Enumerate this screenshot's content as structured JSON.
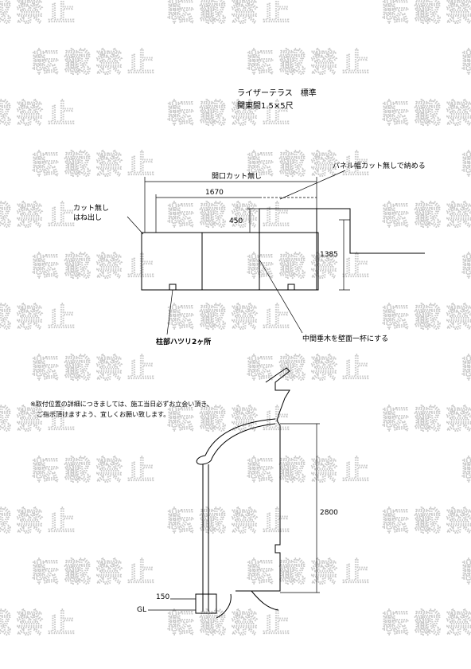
{
  "watermark": {
    "text": "転載禁止"
  },
  "title": {
    "line1": "ライザーテラス　標準",
    "line2": "関東間1.5×5尺"
  },
  "labels": {
    "opening_no_cut": "開口カット無し",
    "panel_width_no_cut": "パネル幅カット無しで納める",
    "dim_1670": "1670",
    "dim_450": "450",
    "dim_1385": "1385",
    "no_cut_line1": "カット無し",
    "no_cut_line2": "はね出し",
    "column_notch": "柱部ハツリ2ヶ所",
    "mid_mullion": "中間垂木を壁面一杯にする",
    "dim_2800": "2800",
    "dim_150": "150",
    "gl": "GL"
  },
  "note": {
    "line1": "※取付位置の詳細につきましては、施工当日必ずお立会い頂き、",
    "line2": "ご指示頂けますよう、宜しくお願い致します。"
  }
}
